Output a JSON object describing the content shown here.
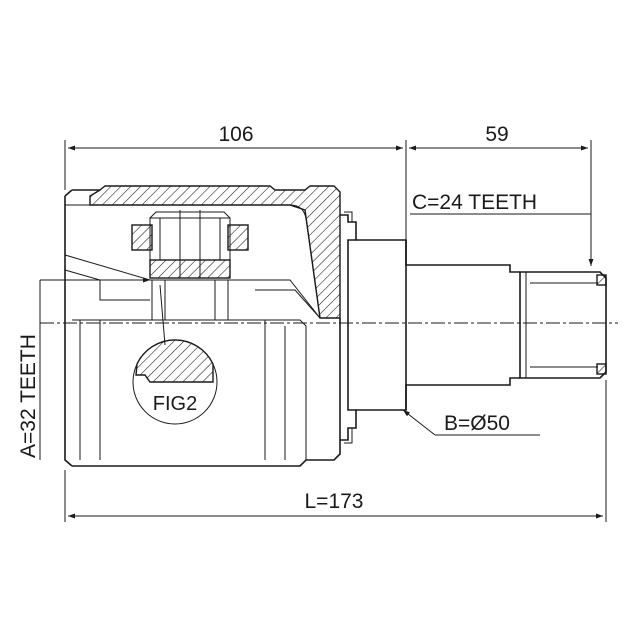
{
  "dimensions": {
    "housing_length": "106",
    "shaft_length": "59",
    "overall_length": "L=173"
  },
  "labels": {
    "outer_spline": "C=24 TEETH",
    "inner_spline": "A=32 TEETH",
    "seal_diameter": "B=Ø50",
    "figure_ref": "FIG2"
  }
}
